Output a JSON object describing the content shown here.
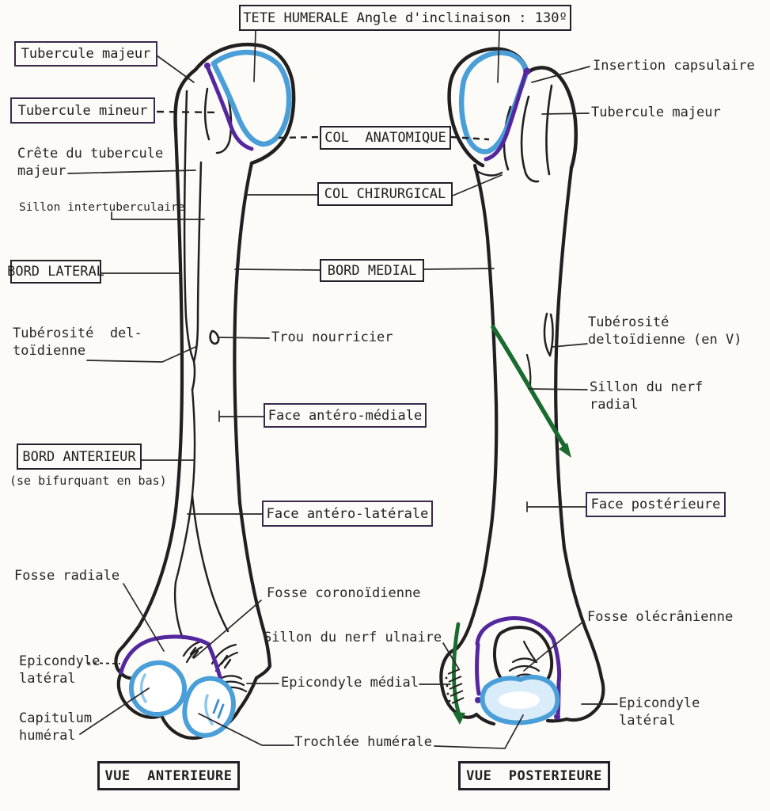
{
  "title": "TETE HUMERALE Angle d'inclinaison : 130º",
  "colors": {
    "ink": "#221f1f",
    "articular_blue": "#4a9fd8",
    "articular_blue_light": "#8ec6ec",
    "epiphyseal_purple": "#55279f",
    "nerve_green": "#1a6b2f",
    "paper": "#fcfbf8"
  },
  "labels": {
    "tubercule_majeur_left": "Tubercule majeur",
    "tubercule_mineur": "Tubercule mineur",
    "crete_tubercule_majeur": "Crête du tubercule\nmajeur",
    "sillon_intertuberculaire": "Sillon intertuberculaire",
    "bord_lateral": "BORD LATERAL",
    "tuberosite_deltoidienne_left": "Tubérosité  del-\ntoïdienne",
    "trou_nourricier": "Trou nourricier",
    "col_anatomique": "COL  ANATOMIQUE",
    "col_chirurgical": "COL CHIRURGICAL",
    "bord_medial": "BORD MEDIAL",
    "face_antero_mediale": "Face antéro-médiale",
    "bord_anterieur": "BORD ANTERIEUR",
    "bord_anterieur_note": "(se bifurquant en bas)",
    "face_antero_laterale": "Face antéro-latérale",
    "face_posterieure": "Face postérieure",
    "fosse_radiale": "Fosse radiale",
    "fosse_coronoidienne": "Fosse coronoïdienne",
    "sillon_nerf_ulnaire": "Sillon du nerf ulnaire",
    "epicondyle_lateral_left": "Epicondyle\nlatéral",
    "epicondyle_medial": "Epicondyle médial",
    "capitulum_humeral": "Capitulum\nhuméral",
    "trochlee_humerale": "Trochlée humérale",
    "insertion_capsulaire": "Insertion capsulaire",
    "tubercule_majeur_right": "Tubercule majeur",
    "tuberosite_deltoidienne_right": "Tubérosité\ndeltoïdienne (en V)",
    "sillon_nerf_radial": "Sillon du nerf\nradial",
    "fosse_olecranienne": "Fosse olécrânienne",
    "epicondyle_lateral_right": "Epicondyle\nlatéral",
    "vue_anterieure": "VUE  ANTERIEURE",
    "vue_posterieure": "VUE  POSTERIEURE"
  }
}
